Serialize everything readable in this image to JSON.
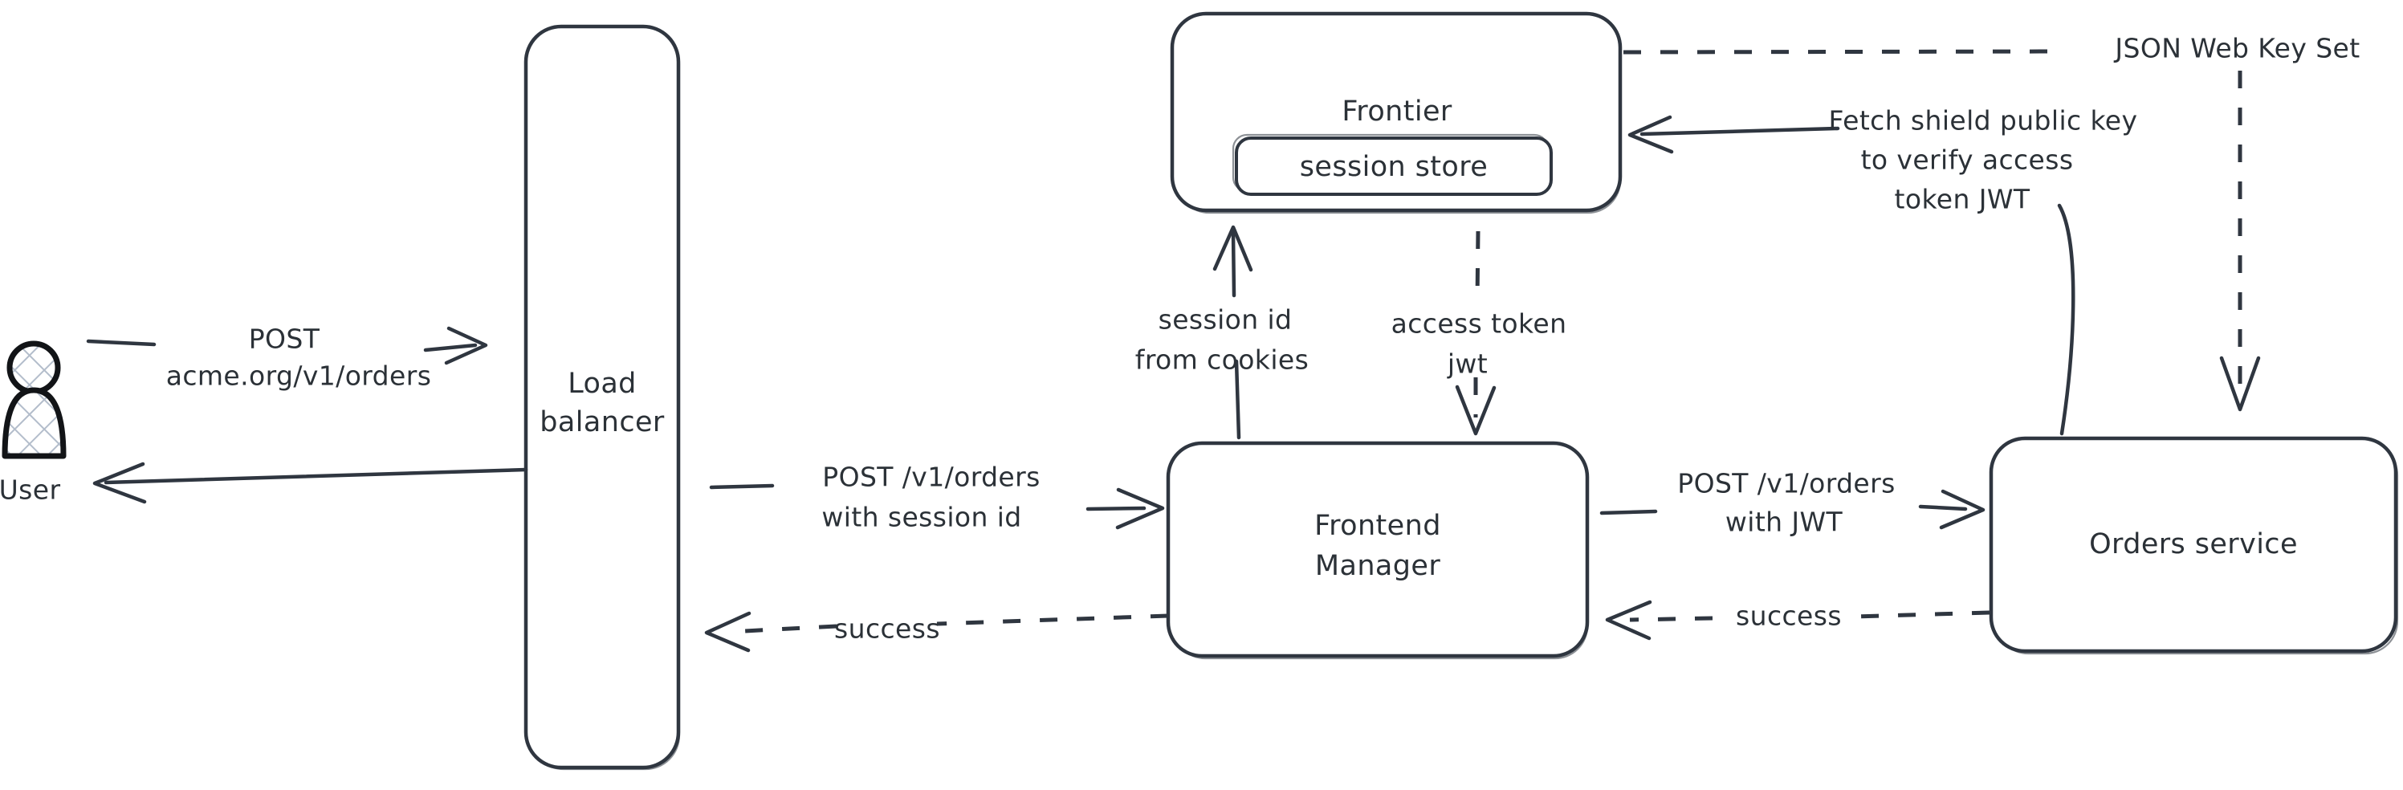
{
  "diagram": {
    "title": "Authentication request flow",
    "kind": "architecture-flow",
    "stroke_color": "#2f3640",
    "text_color": "#2b3137",
    "background_color": "#ffffff",
    "actor_hatch_color": "#aab4c4"
  },
  "nodes": {
    "user": {
      "label": "User",
      "icon": "person-icon"
    },
    "load_balancer": {
      "label_line1": "Load",
      "label_line2": "balancer"
    },
    "frontier": {
      "label": "Frontier"
    },
    "session_store": {
      "label": "session store"
    },
    "frontend_manager": {
      "label_line1": "Frontend",
      "label_line2": "Manager"
    },
    "orders_service": {
      "label": "Orders service"
    }
  },
  "edges": {
    "user_to_lb": {
      "label_line1": "POST",
      "label_line2": "acme.org/v1/orders",
      "style": "solid",
      "direction": "right"
    },
    "lb_to_user": {
      "label": "",
      "style": "solid",
      "direction": "left"
    },
    "lb_to_fm": {
      "label_line1": "POST /v1/orders",
      "label_line2": "with session id",
      "style": "solid",
      "direction": "right"
    },
    "fm_to_lb": {
      "label": "success",
      "style": "dashed",
      "direction": "left"
    },
    "fm_to_orders": {
      "label_line1": "POST /v1/orders",
      "label_line2": "with JWT",
      "style": "solid",
      "direction": "right"
    },
    "orders_to_fm": {
      "label": "success",
      "style": "dashed",
      "direction": "left"
    },
    "fm_to_frontier": {
      "label_line1": "session id",
      "label_line2": "from cookies",
      "style": "solid",
      "direction": "up"
    },
    "frontier_to_fm": {
      "label_line1": "access token",
      "label_line2": "jwt",
      "style": "dashed",
      "direction": "down"
    },
    "orders_to_frontier": {
      "label_line1": "Fetch shield public key",
      "label_line2": "to verify access",
      "label_line3": "token JWT",
      "style": "solid",
      "direction": "left"
    },
    "frontier_to_orders_jwks": {
      "label": "JSON Web Key Set",
      "style": "dashed",
      "direction": "down"
    }
  }
}
